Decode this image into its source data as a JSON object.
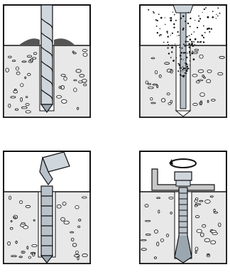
{
  "diagram": {
    "panels": [
      {
        "id": "drill",
        "description_name": "drill-hole-step"
      },
      {
        "id": "clean",
        "description_name": "blow-out-hole-step"
      },
      {
        "id": "insert",
        "description_name": "hammer-in-anchor-step"
      },
      {
        "id": "tighten",
        "description_name": "tighten-bolt-step"
      }
    ],
    "colors": {
      "concrete": "#e8e8e8",
      "outline": "#111111",
      "metal": "#cfd6dc",
      "metal_dark": "#9aa6b0",
      "anchor": "#b9c2ca",
      "plate": "#c8c8c8"
    }
  }
}
